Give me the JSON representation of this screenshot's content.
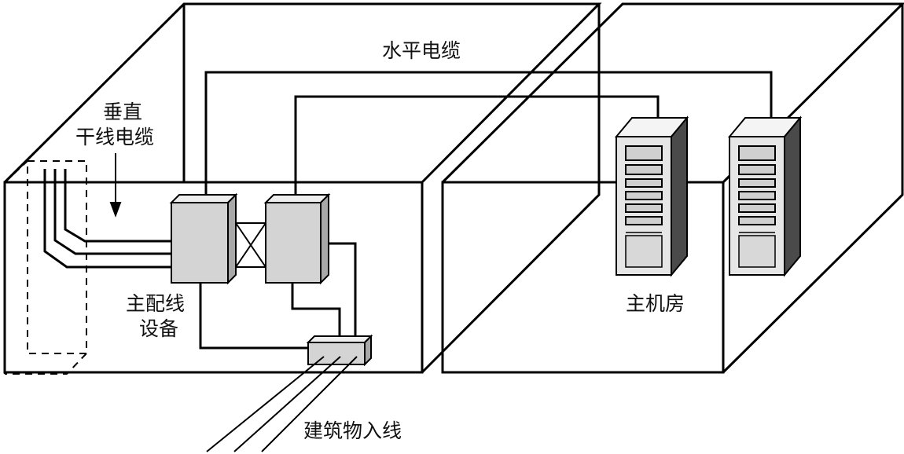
{
  "diagram": {
    "labels": {
      "horizontal_cable": "水平电缆",
      "vertical_backbone_line1": "垂直",
      "vertical_backbone_line2": "干线电缆",
      "main_distribution_line1": "主配线",
      "main_distribution_line2": "设备",
      "server_room": "主机房",
      "building_entrance": "建筑物入线"
    },
    "colors": {
      "line": "#000000",
      "box_face": "#d4d4d4",
      "box_side": "#a8a8a8",
      "box_top": "#eeeeee",
      "server_front": "#e6e6e6",
      "server_side": "#4a4a4a"
    }
  }
}
